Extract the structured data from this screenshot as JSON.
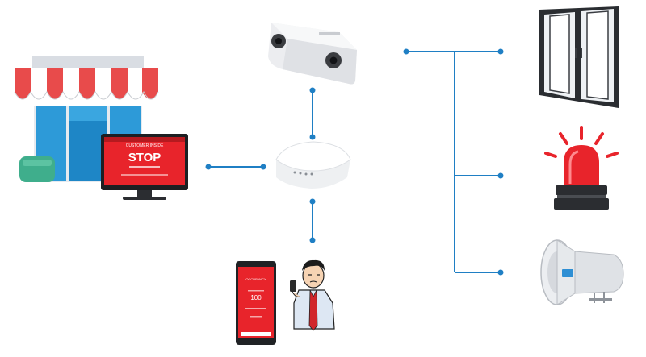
{
  "colors": {
    "connector": "#1f7fc4",
    "alert_red": "#e8242b",
    "awning_red": "#e84b4b",
    "store_blue": "#2d9ad8",
    "bag_green": "#3fae8c"
  },
  "nodes": {
    "store": {
      "icon": "store-icon"
    },
    "monitor": {
      "icon": "monitor-icon",
      "screen_title": "CUSTOMER INSIDE",
      "screen_text": "STOP"
    },
    "camera": {
      "icon": "people-counter-camera-icon"
    },
    "gateway": {
      "icon": "gateway-hub-icon"
    },
    "phone": {
      "icon": "smartphone-icon",
      "title": "OCCUPANCY",
      "value": "100"
    },
    "person": {
      "icon": "staff-person-icon"
    },
    "door": {
      "icon": "door-icon"
    },
    "beacon": {
      "icon": "alarm-light-icon"
    },
    "horn": {
      "icon": "loudspeaker-horn-icon"
    }
  }
}
